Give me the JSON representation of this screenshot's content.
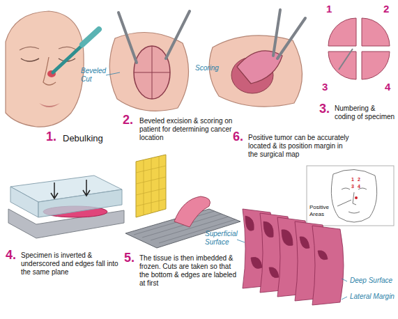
{
  "diagram": {
    "labels": [
      "1.",
      "Debulking",
      "Beveled Cut",
      "Scoring",
      "2.",
      "Beveled excision & scoring on patient for determining cancer location",
      "3.",
      "Numbering & coding of specimen",
      "1",
      "2",
      "3",
      "4",
      "4.",
      "Specimen is inverted & underscored and edges fall into the same plane",
      "5.",
      "The tissue is then imbedded & frozen. Cuts are taken so that the bottom & edges are labeled at first",
      "6.",
      "Positive tumor can be accurately located & its position margin in the surgical map",
      "Superficial Surface",
      "Deep Surface",
      "Lateral Margin",
      "Positive Areas",
      "1",
      "2",
      "3",
      "4"
    ]
  }
}
